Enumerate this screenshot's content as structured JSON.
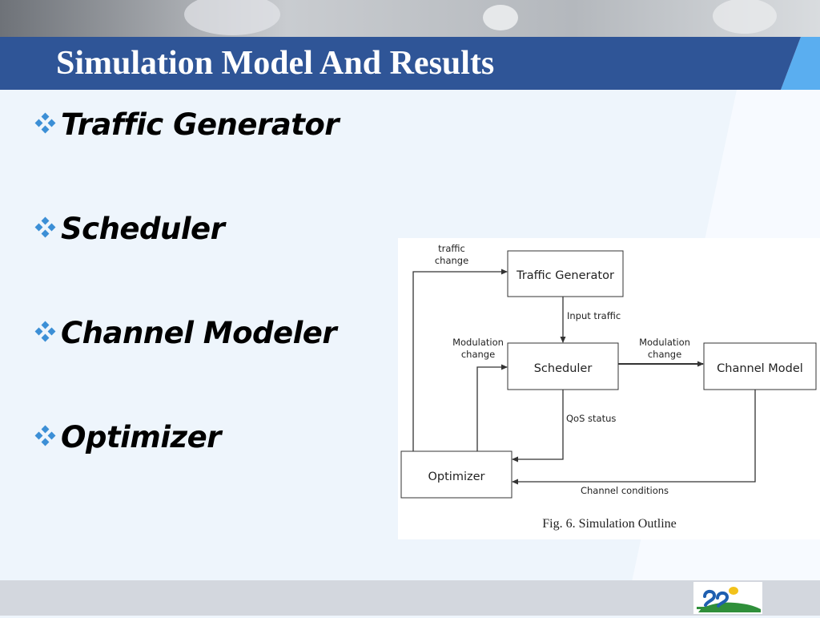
{
  "slide": {
    "title": "Simulation Model And Results",
    "bullets": [
      {
        "label": "Traffic Generator"
      },
      {
        "label": "Scheduler"
      },
      {
        "label": "Channel Modeler"
      },
      {
        "label": "Optimizer"
      }
    ]
  },
  "figure": {
    "nodes": {
      "traffic_generator": "Traffic Generator",
      "scheduler": "Scheduler",
      "channel_model": "Channel Model",
      "optimizer": "Optimizer"
    },
    "edge_labels": {
      "traffic_change_1": "traffic",
      "traffic_change_2": "change",
      "input_traffic": "Input traffic",
      "modulation_change_left_1": "Modulation",
      "modulation_change_left_2": "change",
      "modulation_change_right_1": "Modulation",
      "modulation_change_right_2": "change",
      "qos_status": "QoS status",
      "channel_conditions": "Channel conditions"
    },
    "caption": "Fig. 6. Simulation Outline"
  },
  "colors": {
    "title_bar": "#2f5597",
    "background": "#eef5fc",
    "bullet_mark": "#3c8fd6",
    "accent_band": "#5aaef0",
    "footer": "#d3d7de"
  }
}
